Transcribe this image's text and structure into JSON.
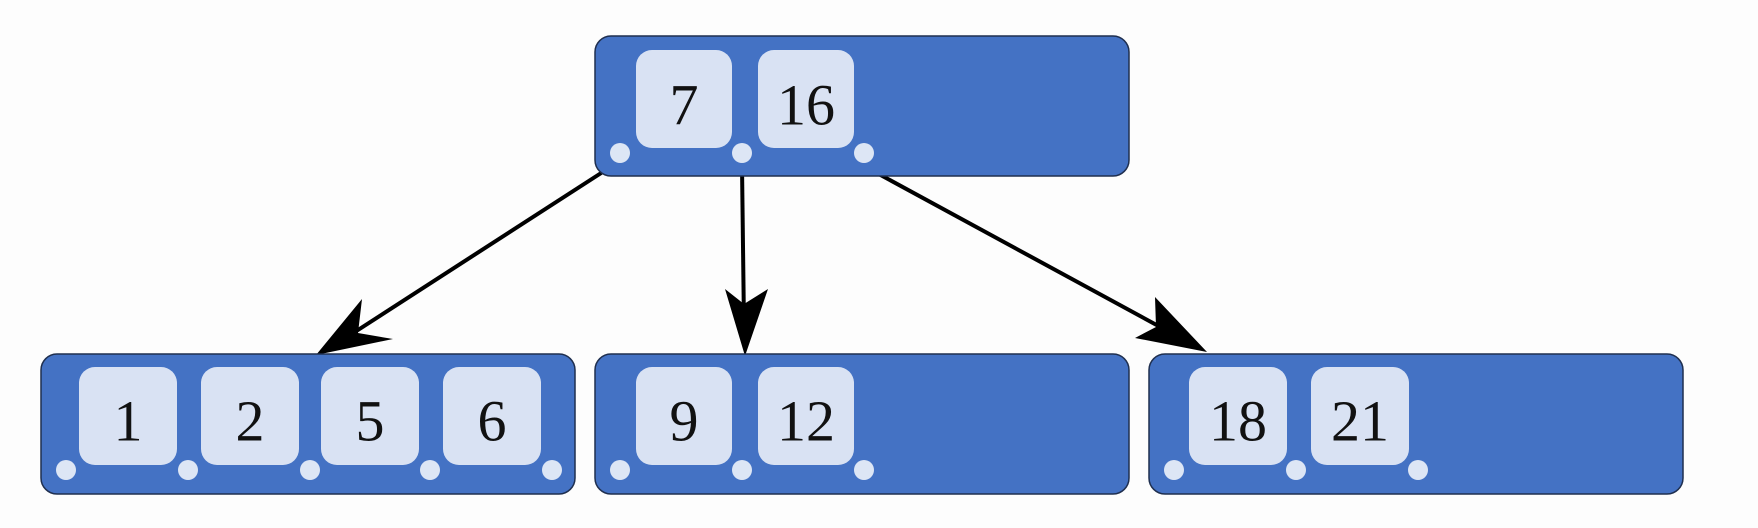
{
  "tree": {
    "colors": {
      "node_fill": "#4472c4",
      "node_border": "#1f2f4f",
      "key_fill": "#d9e2f3",
      "pointer_dot": "#dde6f5",
      "edge": "#000000"
    },
    "root": {
      "keys": [
        "7",
        "16"
      ]
    },
    "children": [
      {
        "keys": [
          "1",
          "2",
          "5",
          "6"
        ]
      },
      {
        "keys": [
          "9",
          "12"
        ]
      },
      {
        "keys": [
          "18",
          "21"
        ]
      }
    ]
  }
}
